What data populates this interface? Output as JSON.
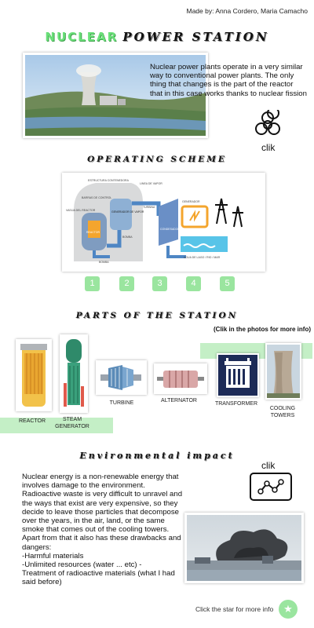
{
  "credit": "Made by: Anna Cordero, Maria Camacho",
  "title": {
    "part1": "NUCLEAR",
    "part2": "POWER STATION"
  },
  "intro": {
    "text": "Nuclear power plants operate in a very similar way to conventional power plants. The only thing that changes is the part of the reactor that in this case works thanks to nuclear fission",
    "clik_label": "clik"
  },
  "operating": {
    "heading": "OPERATING SCHEME",
    "diagram_labels": {
      "estructura": "ESTRUCTURA CONTENEDORA",
      "barras": "BARRAS DE CONTROL",
      "vasija": "VASIJA DEL REACTOR",
      "generador_vapor": "GENERADOR DE VAPOR",
      "linea_vapor": "LINEA DE VAPOR",
      "turbina": "TURBINA",
      "generador": "GENERADOR",
      "bomba1": "BOMBA",
      "bomba2": "BOMBA",
      "reactor": "REACTOR",
      "condensador": "CONDESADOR",
      "agua": "AGUA DE LAGO / RIO / MAR"
    },
    "steps": [
      "1",
      "2",
      "3",
      "4",
      "5"
    ]
  },
  "parts": {
    "heading": "PARTS OF THE STATION",
    "hint": "(Clik in the photos for more info)",
    "items": [
      {
        "label": "REACTOR"
      },
      {
        "label": "STEAM GENERATOR"
      },
      {
        "label": "TURBINE"
      },
      {
        "label": "ALTERNATOR"
      },
      {
        "label": "TRANSFORMER"
      },
      {
        "label": "COOLING TOWERS"
      }
    ]
  },
  "environmental": {
    "heading": "Environmental impact",
    "clik_label": "clik",
    "text": "Nuclear energy is a non-renewable energy that involves damage to the environment. Radioactive waste is very difficult to unravel and the ways that exist are very expensive, so they decide to leave those particles that decompose over the years, in the air, land, or the same smoke that comes out of the cooling towers. Apart from that it also has these drawbacks and dangers:",
    "list": [
      "-Harmful materials",
      "-Unlimited resources (water ... etc) -",
      "Treatment of radioactive materials (what I had said before)"
    ]
  },
  "footer": {
    "text": "Click the star for more info",
    "star_icon": "star-icon"
  },
  "colors": {
    "accent_green": "#9ae59f",
    "title_green": "#6be07a"
  }
}
